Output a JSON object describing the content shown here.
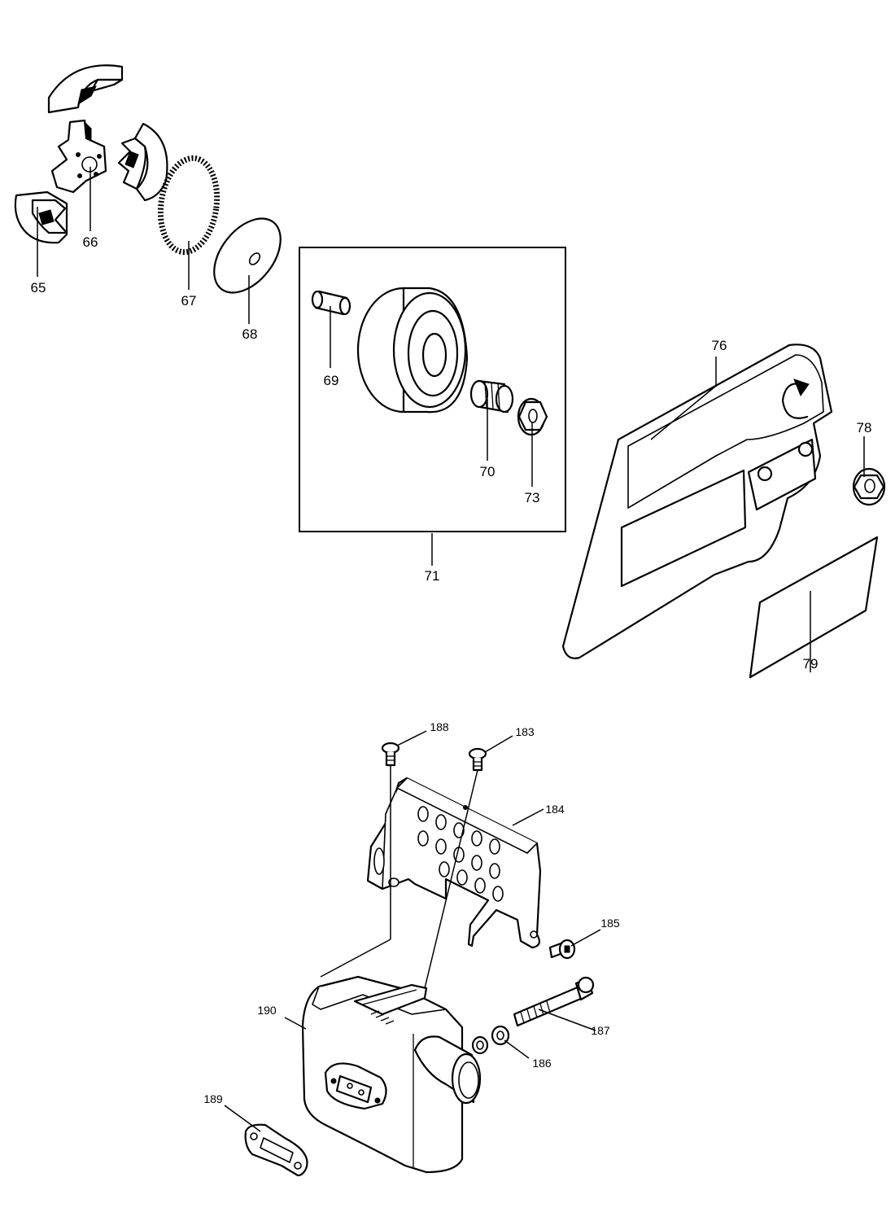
{
  "callouts": {
    "c65": "65",
    "c66": "66",
    "c67": "67",
    "c68": "68",
    "c69": "69",
    "c70": "70",
    "c71": "71",
    "c73": "73",
    "c76": "76",
    "c78": "78",
    "c79": "79",
    "c183": "183",
    "c184": "184",
    "c185": "185",
    "c186": "186",
    "c187": "187",
    "c188": "188",
    "c189": "189",
    "c190": "190"
  }
}
